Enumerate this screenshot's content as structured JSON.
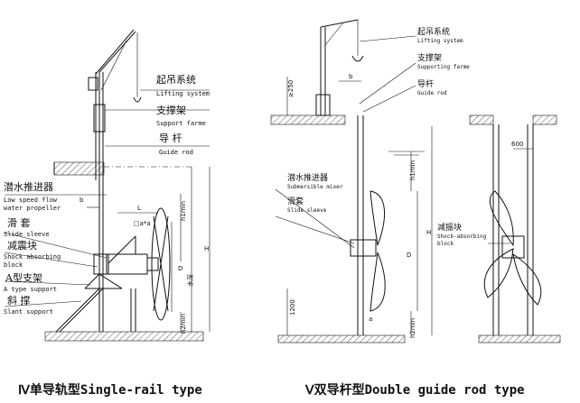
{
  "left": {
    "labels": [
      {
        "zh": "起吊系统",
        "en": "Lifting system"
      },
      {
        "zh": "支撑架",
        "en": "Support farme"
      },
      {
        "zh": "导  杆",
        "en": "Guide rod"
      },
      {
        "zh": "潜水推进器",
        "en1": "Low speed flow",
        "en2": "water propeller"
      },
      {
        "zh": "滑  套",
        "en": "Slide sleeve"
      },
      {
        "zh": "减震块",
        "en1": "Shock absorbing",
        "en2": "block"
      },
      {
        "zh": "A型支架",
        "en": "A type support"
      },
      {
        "zh": "斜  撑",
        "en": "Slant support"
      }
    ],
    "dims": {
      "h1min": "h1min",
      "b": "b",
      "L": "L",
      "a": "□a*a",
      "D": "D",
      "water": "水深",
      "H": "H",
      "h2min": "h2min"
    },
    "caption": "Ⅳ单导轨型Single-rail type"
  },
  "right": {
    "labels": [
      {
        "zh": "起吊系统",
        "en": "Lifting system"
      },
      {
        "zh": "支撑架",
        "en": "Supporting farme"
      },
      {
        "zh": "导杆",
        "en": "Guide rod"
      },
      {
        "zh": "潜水推进器",
        "en": "Submersible mixer"
      },
      {
        "zh": "滑套",
        "en": "Slide sleeve"
      },
      {
        "zh": "减振块",
        "en1": "Shock-absorbing",
        "en2": "block"
      }
    ],
    "dims": {
      "d250": "≥250",
      "b": "b",
      "h1min": "h1min",
      "D": "D",
      "H": "H",
      "d1200": "1200",
      "h2min": "h2min",
      "a": "a",
      "d600": "600"
    },
    "caption": "Ⅴ双导杆型Double guide rod type"
  }
}
